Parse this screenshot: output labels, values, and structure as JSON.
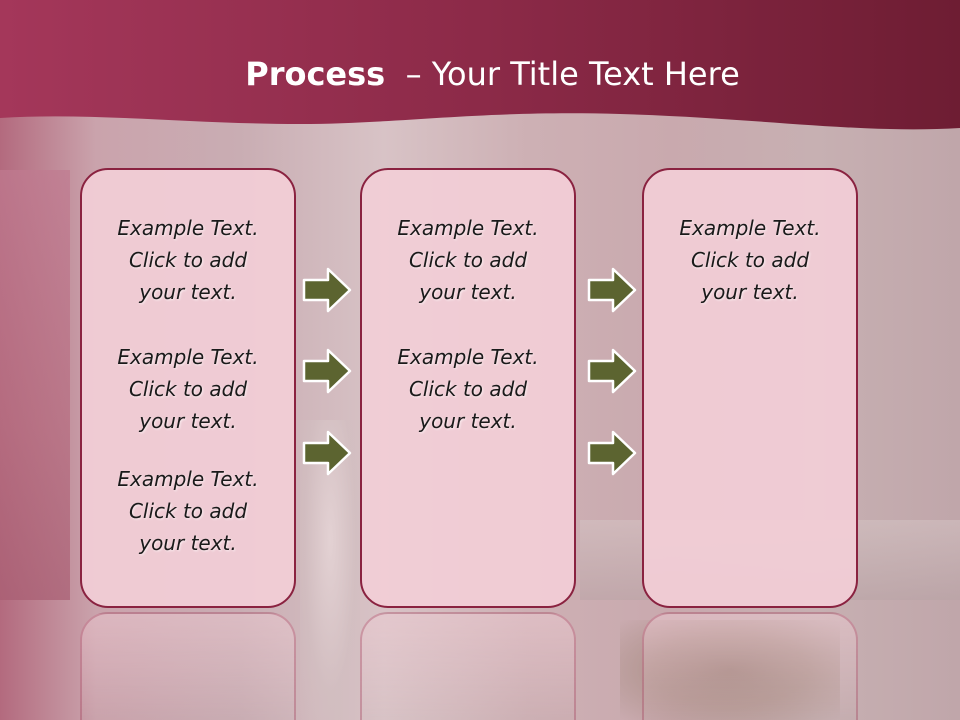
{
  "slide": {
    "title_bold": "Process",
    "title_rest": "  – Your Title Text Here"
  },
  "columns": [
    {
      "blocks": [
        "Example Text.\nClick  to add\nyour text.",
        "Example Text.\nClick  to add\nyour text.",
        "Example Text.\nClick  to add\nyour text."
      ]
    },
    {
      "blocks": [
        "Example Text.\nClick  to add\nyour text.",
        "Example Text.\nClick  to add\nyour text."
      ]
    },
    {
      "blocks": [
        "Example Text.\nClick  to add\nyour text."
      ]
    }
  ],
  "colors": {
    "header": "#8c2a48",
    "panel_fill": "#f2ced6",
    "panel_border": "#8a2240",
    "arrow_fill": "#5c6430",
    "arrow_stroke": "#ffffff"
  }
}
